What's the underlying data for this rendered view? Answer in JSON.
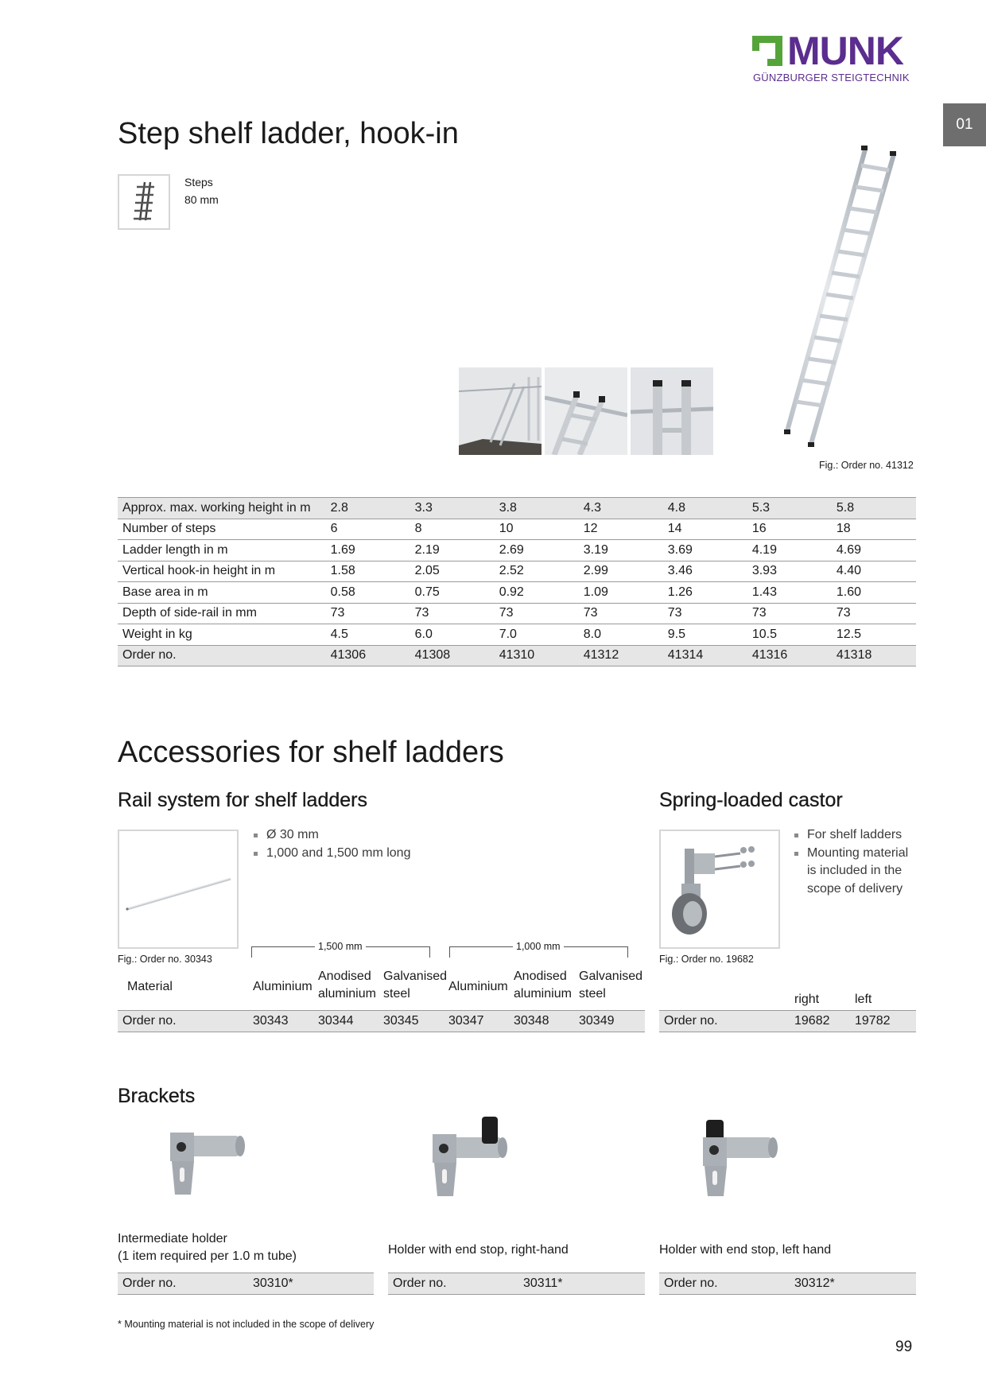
{
  "brand": {
    "name": "MUNK",
    "tagline": "GÜNZBURGER STEIGTECHNIK",
    "green": "#55a43a",
    "purple": "#5b2d8e"
  },
  "chapter_tab": "01",
  "product": {
    "title": "Step shelf ladder, hook-in",
    "steps_label": "Steps",
    "steps_value": "80 mm",
    "fig_caption": "Fig.: Order no. 41312"
  },
  "spec_table": {
    "rows": [
      {
        "label": "Approx. max. working height in m",
        "values": [
          "2.8",
          "3.3",
          "3.8",
          "4.3",
          "4.8",
          "5.3",
          "5.8"
        ]
      },
      {
        "label": "Number of steps",
        "values": [
          "6",
          "8",
          "10",
          "12",
          "14",
          "16",
          "18"
        ]
      },
      {
        "label": "Ladder length in m",
        "values": [
          "1.69",
          "2.19",
          "2.69",
          "3.19",
          "3.69",
          "4.19",
          "4.69"
        ]
      },
      {
        "label": "Vertical hook-in height in m",
        "values": [
          "1.58",
          "2.05",
          "2.52",
          "2.99",
          "3.46",
          "3.93",
          "4.40"
        ]
      },
      {
        "label": "Base area in m",
        "values": [
          "0.58",
          "0.75",
          "0.92",
          "1.09",
          "1.26",
          "1.43",
          "1.60"
        ]
      },
      {
        "label": "Depth of side-rail in mm",
        "values": [
          "73",
          "73",
          "73",
          "73",
          "73",
          "73",
          "73"
        ]
      },
      {
        "label": "Weight in kg",
        "values": [
          "4.5",
          "6.0",
          "7.0",
          "8.0",
          "9.5",
          "10.5",
          "12.5"
        ]
      },
      {
        "label": "Order no.",
        "values": [
          "41306",
          "41308",
          "41310",
          "41312",
          "41314",
          "41316",
          "41318"
        ]
      }
    ]
  },
  "accessories": {
    "title": "Accessories for shelf ladders",
    "rail": {
      "title": "Rail system for shelf ladders",
      "bullets": [
        "Ø 30 mm",
        "1,000 and 1,500 mm long"
      ],
      "fig_caption": "Fig.: Order no. 30343",
      "group_1500": "1,500 mm",
      "group_1000": "1,000 mm",
      "material_label": "Material",
      "materials": {
        "aluminium": "Aluminium",
        "anodised_1": "Anodised",
        "anodised_2": "aluminium",
        "galvanised_1": "Galvanised",
        "galvanised_2": "steel"
      },
      "order_label": "Order no.",
      "orders": [
        "30343",
        "30344",
        "30345",
        "30347",
        "30348",
        "30349"
      ]
    },
    "castor": {
      "title": "Spring-loaded castor",
      "bullets": [
        "For shelf ladders",
        "Mounting material is included in the scope of delivery"
      ],
      "fig_caption": "Fig.: Order no. 19682",
      "right_label": "right",
      "left_label": "left",
      "order_label": "Order no.",
      "order_right": "19682",
      "order_left": "19782"
    },
    "brackets": {
      "title": "Brackets",
      "items": [
        {
          "line1": "Intermediate holder",
          "line2": "(1 item required per 1.0 m tube)",
          "order_label": "Order no.",
          "order": "30310*"
        },
        {
          "line1": "Holder with end stop, right-hand",
          "order_label": "Order no.",
          "order": "30311*"
        },
        {
          "line1": "Holder with end stop, left hand",
          "order_label": "Order no.",
          "order": "30312*"
        }
      ]
    }
  },
  "footnote": "* Mounting material is not included in the scope of delivery",
  "page_number": "99"
}
